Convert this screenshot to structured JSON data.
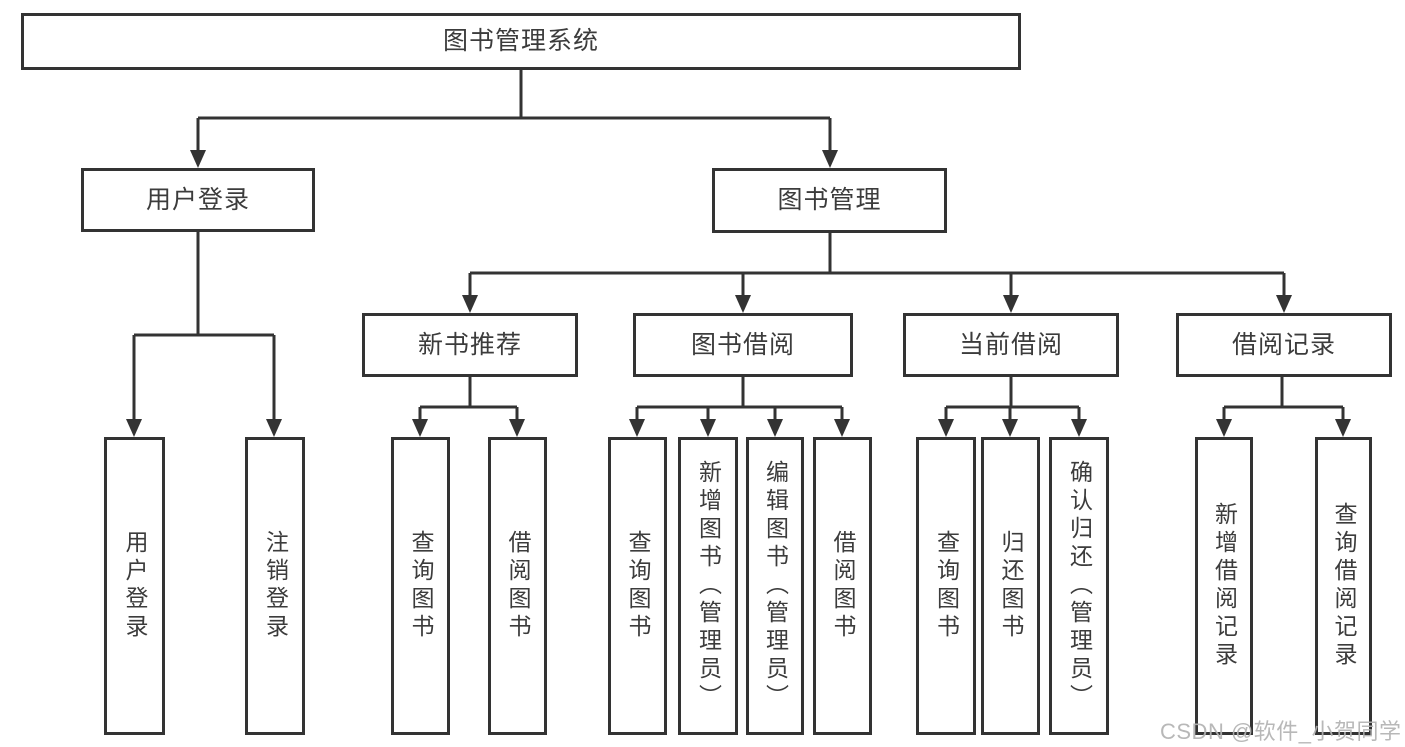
{
  "diagram": {
    "root": {
      "label": "图书管理系统"
    },
    "branches": [
      {
        "label": "用户登录",
        "children": [
          {
            "label": "用户登录"
          },
          {
            "label": "注销登录"
          }
        ]
      },
      {
        "label": "图书管理",
        "groups": [
          {
            "label": "新书推荐",
            "children": [
              {
                "label": "查询图书"
              },
              {
                "label": "借阅图书"
              }
            ]
          },
          {
            "label": "图书借阅",
            "children": [
              {
                "label": "查询图书"
              },
              {
                "label": "新增图书（管理员）"
              },
              {
                "label": "编辑图书（管理员）"
              },
              {
                "label": "借阅图书"
              }
            ]
          },
          {
            "label": "当前借阅",
            "children": [
              {
                "label": "查询图书"
              },
              {
                "label": "归还图书"
              },
              {
                "label": "确认归还（管理员）"
              }
            ]
          },
          {
            "label": "借阅记录",
            "children": [
              {
                "label": "新增借阅记录"
              },
              {
                "label": "查询借阅记录"
              }
            ]
          }
        ]
      }
    ]
  },
  "watermark": {
    "text": "CSDN @软件_小贺同学"
  },
  "colors": {
    "line": "#333333",
    "box_border": "#333333",
    "box_background": "#ffffff",
    "text": "#3c3c3c",
    "watermark": "#b2b2b2",
    "page_background": "#ffffff"
  }
}
